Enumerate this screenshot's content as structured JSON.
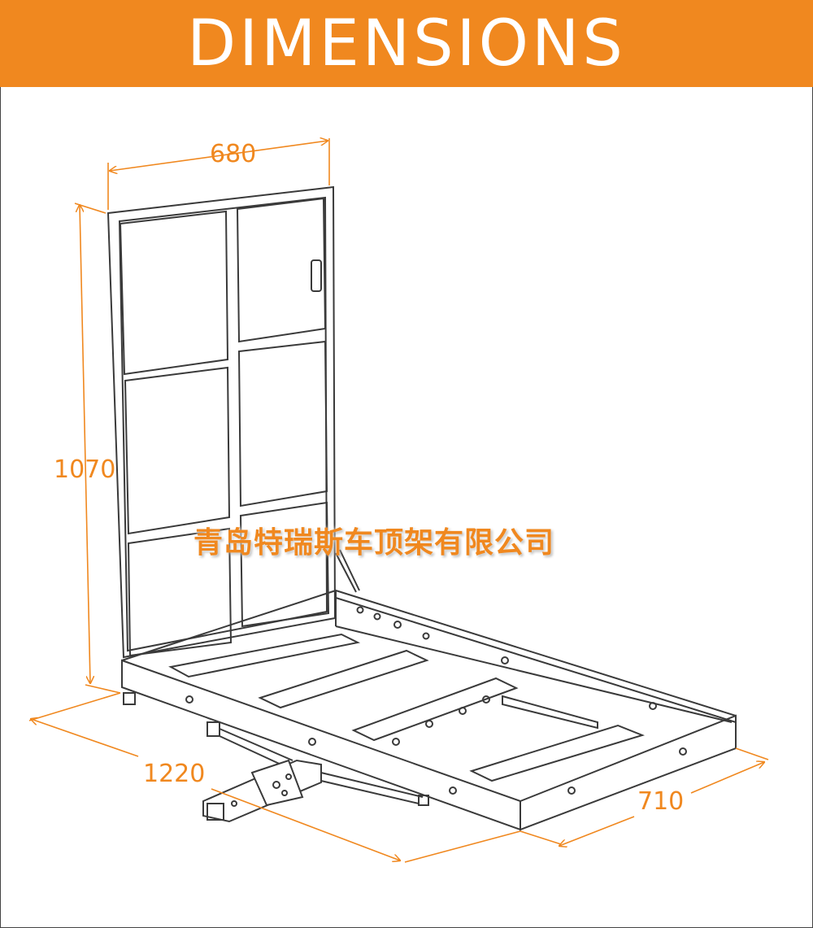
{
  "title": "DIMENSIONS",
  "dimensions": {
    "width_top": "680",
    "height_left": "1070",
    "length_bottom": "1220",
    "depth_right": "710"
  },
  "watermark": "青岛特瑞斯车顶架有限公司",
  "colors": {
    "accent": "#f0881f",
    "line": "#3a3a3a"
  }
}
